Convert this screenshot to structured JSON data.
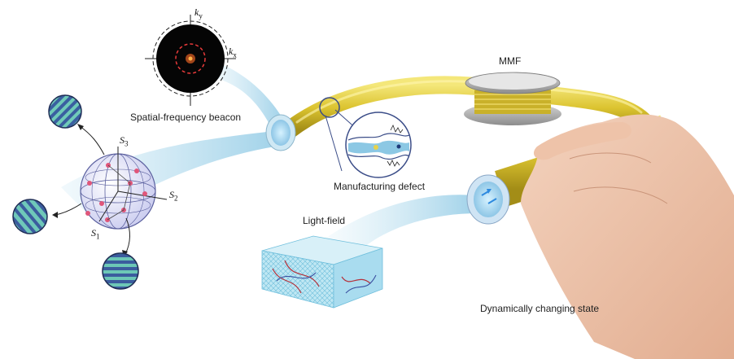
{
  "labels": {
    "spatial_frequency_beacon": "Spatial-frequency beacon",
    "mmf": "MMF",
    "manufacturing_defect": "Manufacturing defect",
    "light_field": "Light-field",
    "dynamically_changing_state": "Dynamically changing state"
  },
  "axes": {
    "ky": {
      "base": "k",
      "sub": "y"
    },
    "kx": {
      "base": "k",
      "sub": "x"
    },
    "s1": {
      "base": "S",
      "sub": "1"
    },
    "s2": {
      "base": "S",
      "sub": "2"
    },
    "s3": {
      "base": "S",
      "sub": "3"
    }
  },
  "colors": {
    "fiber_yellow": "#e2cf3a",
    "fiber_dark": "#a8941a",
    "beam_blue": "#9ccfe6",
    "defect_red": "#e83a3a",
    "sphere_point": "#e0567a",
    "mode_teal": "#6cc7b6",
    "mode_navy": "#2f4d8c"
  },
  "icons": [
    "hand-icon",
    "fiber-spool-icon",
    "poincare-sphere-icon",
    "mode-pattern-icon",
    "magnifier-icon"
  ]
}
